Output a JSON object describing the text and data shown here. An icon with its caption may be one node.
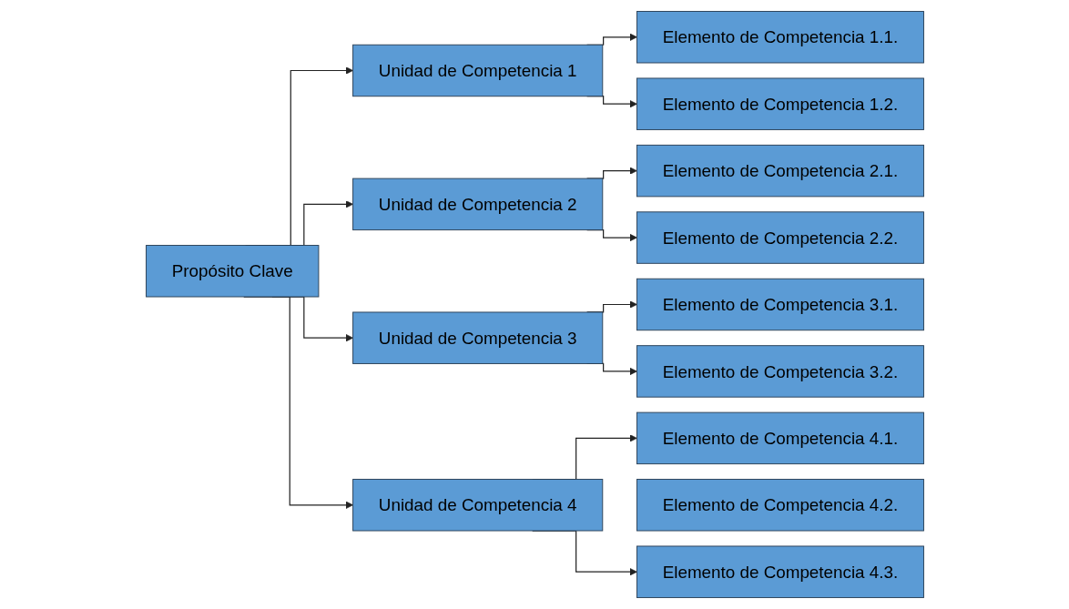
{
  "diagram": {
    "nodes": [
      {
        "text": [
          "Propósito Clave"
        ]
      },
      {
        "text": [
          "Unidad de Competencia 1"
        ]
      },
      {
        "text": [
          "Elemento de Competencia 1.1."
        ]
      },
      {
        "text": [
          "Elemento de Competencia 1.2."
        ]
      },
      {
        "text": [
          "Unidad de Competencia 2"
        ]
      },
      {
        "text": [
          "Elemento de Competencia 2.1."
        ]
      },
      {
        "text": [
          "Elemento de Competencia 2.2."
        ]
      },
      {
        "text": [
          "Unidad de Competencia 3"
        ]
      },
      {
        "text": [
          "Elemento de Competencia 3.1."
        ]
      },
      {
        "text": [
          "Elemento de Competencia 3.2."
        ]
      },
      {
        "text": [
          "Unidad de Competencia 4"
        ]
      },
      {
        "text": [
          "Elemento de Competencia 4.1."
        ]
      },
      {
        "text": [
          "Elemento de Competencia 4.2."
        ]
      },
      {
        "text": [
          "Elemento de Competencia 4.3."
        ]
      }
    ],
    "edges": [
      {
        "from": 0,
        "to": 1,
        "arrow": "to"
      },
      {
        "from": 0,
        "to": 4,
        "arrow": "to"
      },
      {
        "from": 0,
        "to": 7,
        "arrow": "to"
      },
      {
        "from": 0,
        "to": 10,
        "arrow": "to"
      },
      {
        "from": 1,
        "to": 2,
        "arrow": "to"
      },
      {
        "from": 1,
        "to": 3,
        "arrow": "to"
      },
      {
        "from": 4,
        "to": 5,
        "arrow": "to"
      },
      {
        "from": 4,
        "to": 6,
        "arrow": "to"
      },
      {
        "from": 7,
        "to": 8,
        "arrow": "to"
      },
      {
        "from": 7,
        "to": 9,
        "arrow": "to"
      },
      {
        "from": 10,
        "to": 11,
        "arrow": "to"
      },
      {
        "from": 10,
        "to": 13,
        "arrow": "to"
      }
    ]
  }
}
